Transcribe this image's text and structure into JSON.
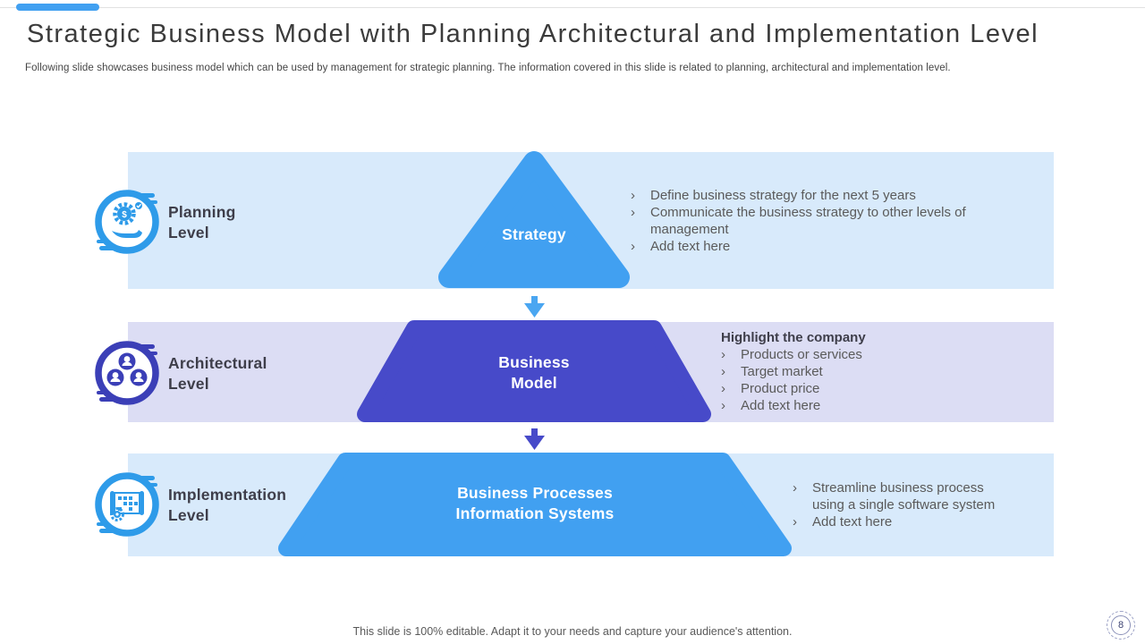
{
  "slide": {
    "title": "Strategic Business Model with Planning Architectural and Implementation Level",
    "subtitle": "Following slide showcases business model which can be used by management  for strategic planning. The  information covered in this slide is related to planning,  architectural and implementation  level.",
    "footer": "This slide is 100% editable. Adapt it to your needs and capture your audience's attention.",
    "page_number": "8"
  },
  "bullet_char": "›",
  "colors": {
    "accent_blue": "#41a0f1",
    "accent_indigo": "#474ac9",
    "band_light_blue": "#d8eafb",
    "band_lavender": "#dcddf4",
    "icon_ring_blue": "#2e9be9",
    "icon_ring_indigo": "#3b3fb7",
    "title_text": "#3b3b3b",
    "dark_text": "#3e3e4a",
    "gray_text": "#5a5a5a"
  },
  "icons": {
    "dollar": "$"
  },
  "rows": [
    {
      "label": "Planning\nLevel",
      "shape_label": "Strategy",
      "bullets": [
        "Define business strategy for the next 5 years",
        "Communicate the business strategy to other levels of management",
        "Add text here"
      ]
    },
    {
      "label": "Architectural\nLevel",
      "shape_label": "Business\nModel",
      "heading": "Highlight the company",
      "bullets": [
        "Products or services",
        "Target market",
        "Product price",
        "Add text here"
      ]
    },
    {
      "label": "Implementation\nLevel",
      "shape_label": "Business Processes\nInformation Systems",
      "bullets": [
        "Streamline business process using a single software system",
        "Add text here"
      ]
    }
  ]
}
